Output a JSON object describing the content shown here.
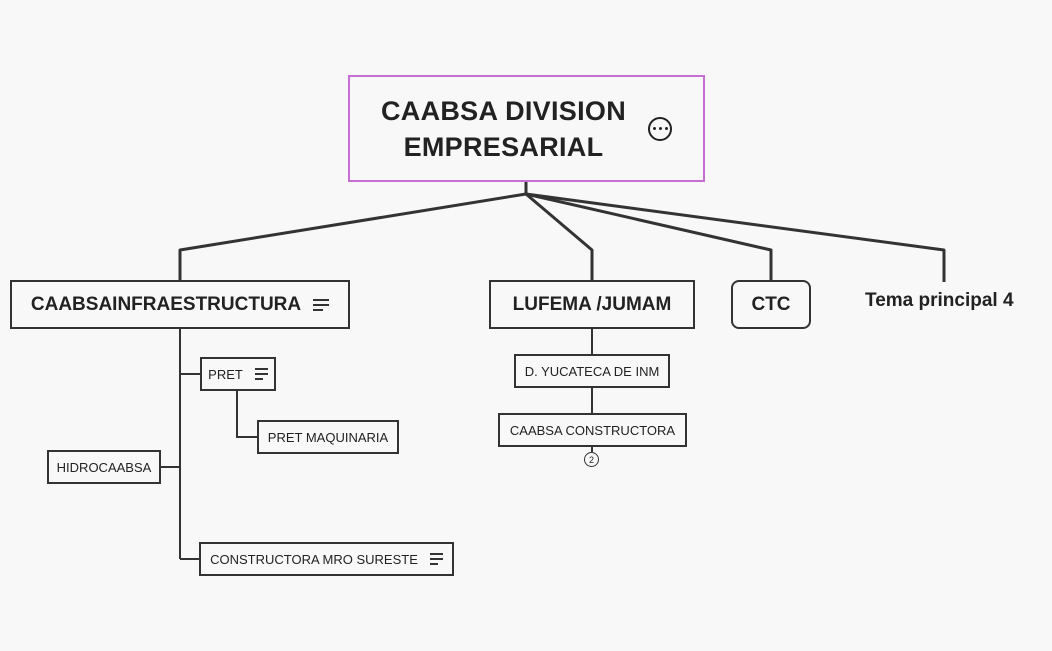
{
  "central": {
    "line1": "CAABSA DIVISION",
    "line2": "EMPRESARIAL"
  },
  "topics": {
    "infra": "CAABSAINFRAESTRUCTURA",
    "lufema": "LUFEMA /JUMAM",
    "ctc": "CTC",
    "tema4": "Tema principal 4"
  },
  "subtopics": {
    "pret": "PRET",
    "pret_maquinaria": "PRET MAQUINARIA",
    "hidrocaabsa": "HIDROCAABSA",
    "constructora_mro": "CONSTRUCTORA MRO SURESTE",
    "yucateca": "D. YUCATECA DE INM",
    "caabsa_constructora": "CAABSA CONSTRUCTORA"
  },
  "collapsed_count": "2",
  "colors": {
    "central_border": "#c56fd3",
    "line": "#333333",
    "background": "#f8f8f8"
  },
  "icons": {
    "central": "more-options-icon",
    "notes": "notes-icon"
  }
}
